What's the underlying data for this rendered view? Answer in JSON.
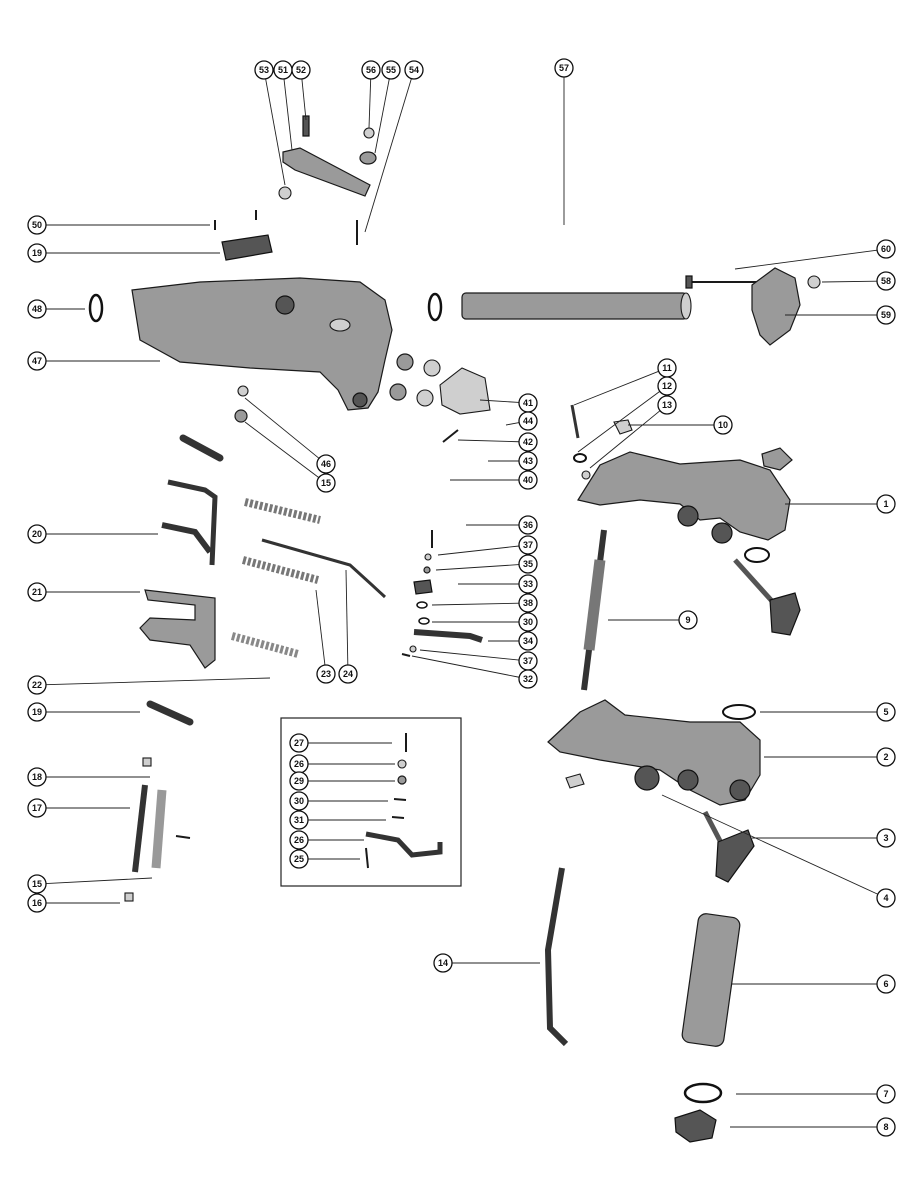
{
  "diagram": {
    "callouts": [
      {
        "num": "53"
      },
      {
        "num": "51"
      },
      {
        "num": "52"
      },
      {
        "num": "56"
      },
      {
        "num": "55"
      },
      {
        "num": "54"
      },
      {
        "num": "57"
      },
      {
        "num": "50"
      },
      {
        "num": "19"
      },
      {
        "num": "48"
      },
      {
        "num": "47"
      },
      {
        "num": "60"
      },
      {
        "num": "58"
      },
      {
        "num": "59"
      },
      {
        "num": "11"
      },
      {
        "num": "12"
      },
      {
        "num": "13"
      },
      {
        "num": "10"
      },
      {
        "num": "41"
      },
      {
        "num": "44"
      },
      {
        "num": "42"
      },
      {
        "num": "43"
      },
      {
        "num": "40"
      },
      {
        "num": "46"
      },
      {
        "num": "15"
      },
      {
        "num": "1"
      },
      {
        "num": "20"
      },
      {
        "num": "36"
      },
      {
        "num": "37"
      },
      {
        "num": "35"
      },
      {
        "num": "33"
      },
      {
        "num": "38"
      },
      {
        "num": "30"
      },
      {
        "num": "34"
      },
      {
        "num": "37"
      },
      {
        "num": "32"
      },
      {
        "num": "9"
      },
      {
        "num": "21"
      },
      {
        "num": "23"
      },
      {
        "num": "24"
      },
      {
        "num": "22"
      },
      {
        "num": "19"
      },
      {
        "num": "5"
      },
      {
        "num": "27"
      },
      {
        "num": "26"
      },
      {
        "num": "29"
      },
      {
        "num": "30"
      },
      {
        "num": "31"
      },
      {
        "num": "26"
      },
      {
        "num": "25"
      },
      {
        "num": "2"
      },
      {
        "num": "18"
      },
      {
        "num": "17"
      },
      {
        "num": "3"
      },
      {
        "num": "15"
      },
      {
        "num": "16"
      },
      {
        "num": "4"
      },
      {
        "num": "14"
      },
      {
        "num": "6"
      },
      {
        "num": "7"
      },
      {
        "num": "8"
      }
    ],
    "icons": [
      "exploded-parts-drawing"
    ]
  }
}
